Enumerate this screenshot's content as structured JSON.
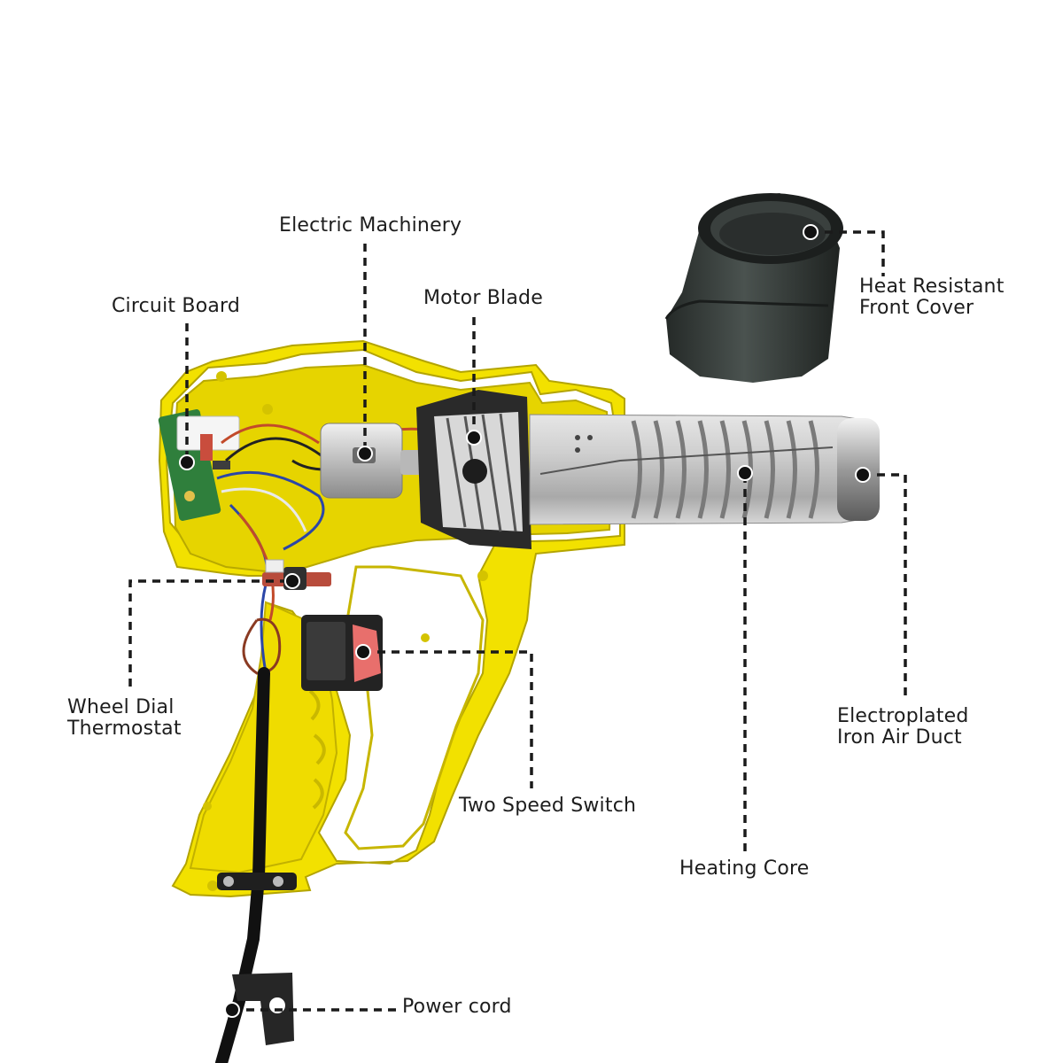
{
  "callouts": {
    "electric_machinery": {
      "text": "Electric Machinery"
    },
    "motor_blade": {
      "text": "Motor Blade"
    },
    "circuit_board": {
      "text": "Circuit Board"
    },
    "heat_resistant_front_cover": {
      "line1": "Heat Resistant",
      "line2": "Front Cover"
    },
    "wheel_dial_thermostat": {
      "line1": "Wheel Dial",
      "line2": "Thermostat"
    },
    "two_speed_switch": {
      "text": "Two Speed Switch"
    },
    "electroplated_iron_air_duct": {
      "line1": "Electroplated",
      "line2": "Iron Air Duct"
    },
    "heating_core": {
      "text": "Heating Core"
    },
    "power_cord": {
      "text": "Power cord"
    }
  },
  "colors": {
    "housing": "#f2e100",
    "housing_shadow": "#c9b800",
    "metal": "#c4c4c4",
    "cover": "#2f3533",
    "leader": "#1a1a1a",
    "switch_button": "#e86f6c"
  }
}
